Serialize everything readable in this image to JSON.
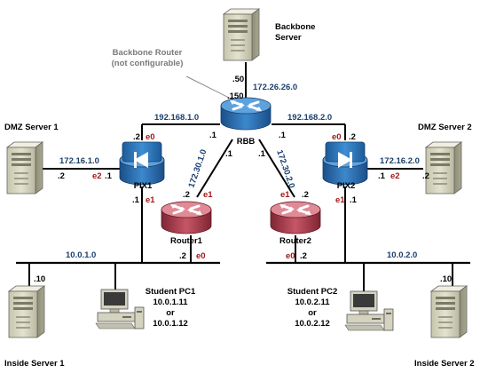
{
  "devices": {
    "backbone_server": "Backbone\nServer",
    "backbone_router_note": "Backbone Router\n(not configurable)",
    "rbb": "RBB",
    "pix1": "PIX1",
    "pix2": "PIX2",
    "router1": "Router1",
    "router2": "Router2",
    "dmz_server_1": "DMZ Server 1",
    "dmz_server_2": "DMZ Server 2",
    "inside_server_1": "Inside Server 1",
    "inside_server_2": "Inside Server 2",
    "student_pc1": "Student PC1\n10.0.1.11\nor\n10.0.1.12",
    "student_pc2": "Student PC2\n10.0.2.11\nor\n10.0.2.12"
  },
  "networks": {
    "backbone": "172.26.26.0",
    "pix1_rbb": "192.168.1.0",
    "pix2_rbb": "192.168.2.0",
    "dmz1": "172.16.1.0",
    "dmz2": "172.16.2.0",
    "r1_rbb": "172.30.1.0",
    "r2_rbb": "172.30.2.0",
    "inside1": "10.0.1.0",
    "inside2": "10.0.2.0"
  },
  "hosts": {
    "backbone_server": ".50",
    "rbb_backbone": ".150",
    "rbb_left": ".1",
    "rbb_right": ".1",
    "rbb_r1": ".1",
    "rbb_r2": ".1",
    "pix1_outside": ".2",
    "pix1_dmz": ".1",
    "dmz1_server": ".2",
    "pix1_inside": ".1",
    "pix2_outside": ".2",
    "pix2_dmz": ".1",
    "dmz2_server": ".2",
    "pix2_inside": ".1",
    "r1_e1": ".2",
    "r1_e0": ".2",
    "r2_e1": ".2",
    "r2_e0": ".2",
    "inside_server_1": ".10",
    "inside_server_2": ".10"
  },
  "interfaces": {
    "pix1_e0": "e0",
    "pix1_e2": "e2",
    "pix1_e1": "e1",
    "pix2_e0": "e0",
    "pix2_e2": "e2",
    "pix2_e1": "e1",
    "r1_e1": "e1",
    "r1_e0": "e0",
    "r2_e1": "e1",
    "r2_e0": "e0"
  },
  "icons": {
    "server": "server-tower",
    "router": "router-cylinder",
    "firewall": "pix-firewall",
    "pc": "desktop-pc"
  },
  "colors": {
    "network_label": "#1a3f6e",
    "interface_label": "#a01818",
    "annotation": "#7a7a7a",
    "router_blue": "#2f77b8",
    "router_red": "#d96b78",
    "server_beige": "#d8d7c2"
  }
}
